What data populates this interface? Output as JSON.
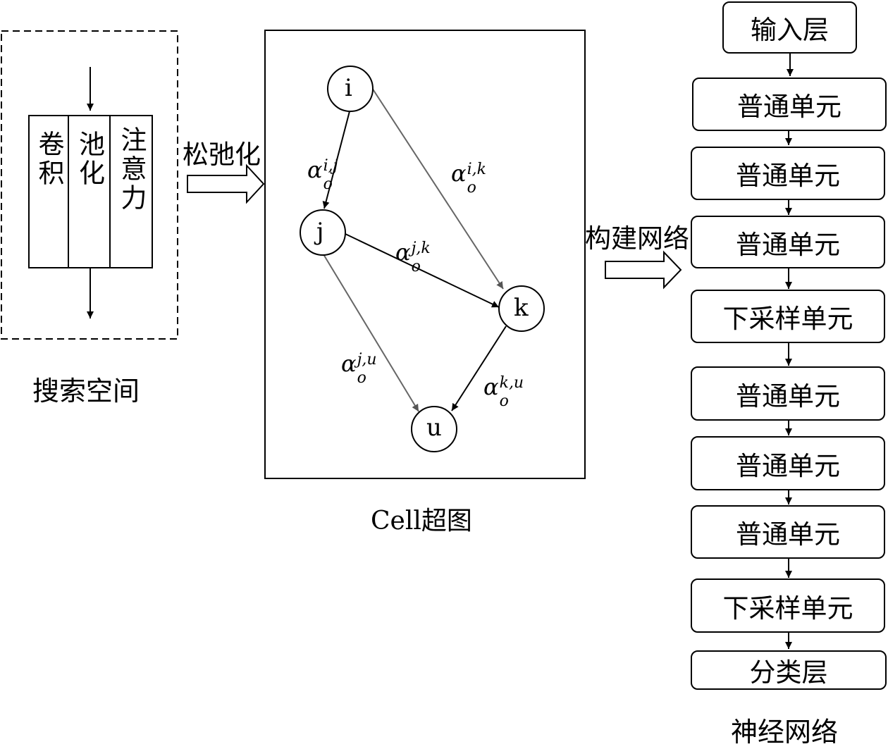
{
  "search_space": {
    "caption": "搜索空间",
    "ops": [
      {
        "label": "卷积"
      },
      {
        "label": "池化"
      },
      {
        "label": "注意力"
      }
    ]
  },
  "relax_label": "松弛化",
  "cell": {
    "caption": "Cell超图",
    "nodes": [
      {
        "id": "i",
        "label": "i"
      },
      {
        "id": "j",
        "label": "j"
      },
      {
        "id": "k",
        "label": "k"
      },
      {
        "id": "u",
        "label": "u"
      }
    ],
    "edges": [
      {
        "from": "i",
        "to": "j",
        "symbol": "α",
        "sub": "o",
        "sup": "i,j"
      },
      {
        "from": "i",
        "to": "k",
        "symbol": "α",
        "sub": "o",
        "sup": "i,k"
      },
      {
        "from": "j",
        "to": "k",
        "symbol": "α",
        "sub": "o",
        "sup": "j,k"
      },
      {
        "from": "j",
        "to": "u",
        "symbol": "α",
        "sub": "o",
        "sup": "j,u"
      },
      {
        "from": "k",
        "to": "u",
        "symbol": "α",
        "sub": "o",
        "sup": "k,u"
      }
    ]
  },
  "build_label": "构建网络",
  "network": {
    "caption": "神经网络",
    "layers": [
      {
        "label": "输入层"
      },
      {
        "label": "普通单元"
      },
      {
        "label": "普通单元"
      },
      {
        "label": "普通单元"
      },
      {
        "label": "下采样单元"
      },
      {
        "label": "普通单元"
      },
      {
        "label": "普通单元"
      },
      {
        "label": "普通单元"
      },
      {
        "label": "下采样单元"
      },
      {
        "label": "分类层"
      }
    ]
  }
}
